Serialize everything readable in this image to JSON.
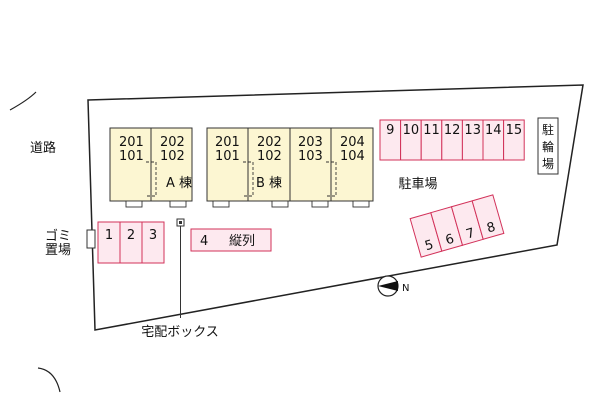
{
  "map": {
    "road_label": "道路",
    "garbage_label_line1": "ゴミ",
    "garbage_label_line2": "置場",
    "bike_parking_chars": [
      "駐",
      "輪",
      "場"
    ],
    "parking_area_label": "駐車場",
    "delivery_box_label": "宅配ボックス",
    "compass_label": "N",
    "building_a": {
      "name": "A 棟",
      "units": [
        {
          "upper": "201",
          "lower": "101"
        },
        {
          "upper": "202",
          "lower": "102"
        }
      ]
    },
    "building_b": {
      "name": "B 棟",
      "units": [
        {
          "upper": "201",
          "lower": "101"
        },
        {
          "upper": "202",
          "lower": "102"
        },
        {
          "upper": "203",
          "lower": "103"
        },
        {
          "upper": "204",
          "lower": "104"
        }
      ]
    },
    "parking_top": [
      "9",
      "10",
      "11",
      "12",
      "13",
      "14",
      "15"
    ],
    "parking_left": [
      "1",
      "2",
      "3"
    ],
    "parking_tandem": {
      "number": "4",
      "label": "縦列"
    },
    "parking_diagonal": [
      "5",
      "6",
      "7",
      "8"
    ],
    "colors": {
      "building_fill": "#fcf6d2",
      "parking_fill": "#fde9ef",
      "parking_stroke": "#d2325a",
      "outline": "#222222"
    }
  }
}
